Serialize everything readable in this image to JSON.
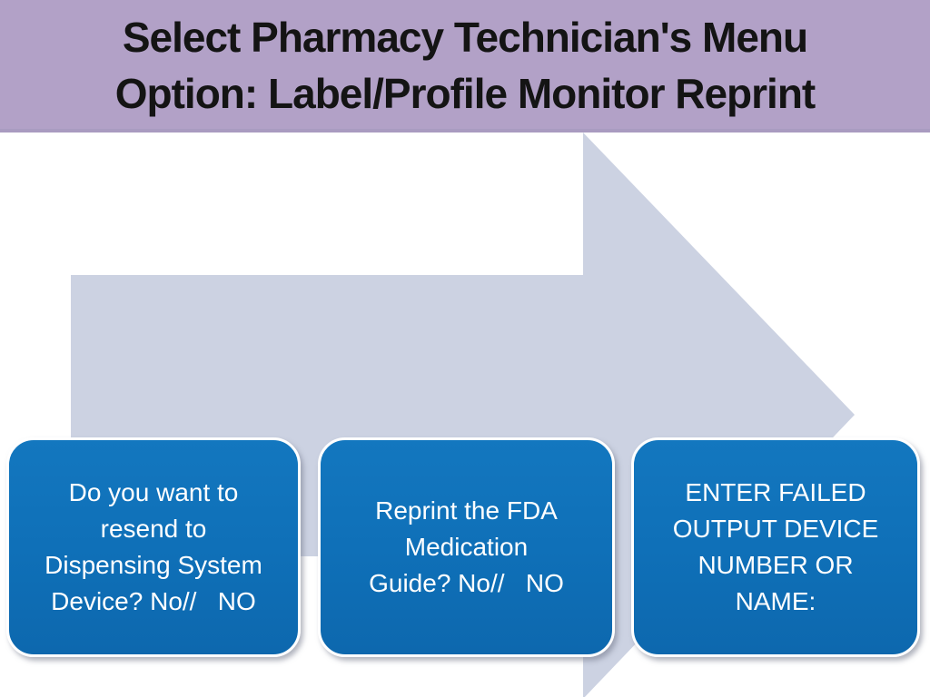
{
  "header": {
    "title": "Select Pharmacy Technician's Menu\nOption:  Label/Profile Monitor Reprint",
    "bg_color": "#B2A1C7",
    "text_color": "#141414"
  },
  "diagram": {
    "arrow": {
      "shape": "right-arrow",
      "fill_color": "#CCD2E2"
    },
    "steps": [
      {
        "text": "Do you want to\nresend to\nDispensing System\nDevice? No//   NO"
      },
      {
        "text": "Reprint the FDA\nMedication\nGuide? No//   NO"
      },
      {
        "text": "ENTER FAILED\nOUTPUT DEVICE\nNUMBER OR\nNAME:"
      }
    ],
    "step_style": {
      "fill_color": "#0F70B8",
      "border_color": "#FFFFFF",
      "text_color": "#FFFFFF"
    }
  }
}
